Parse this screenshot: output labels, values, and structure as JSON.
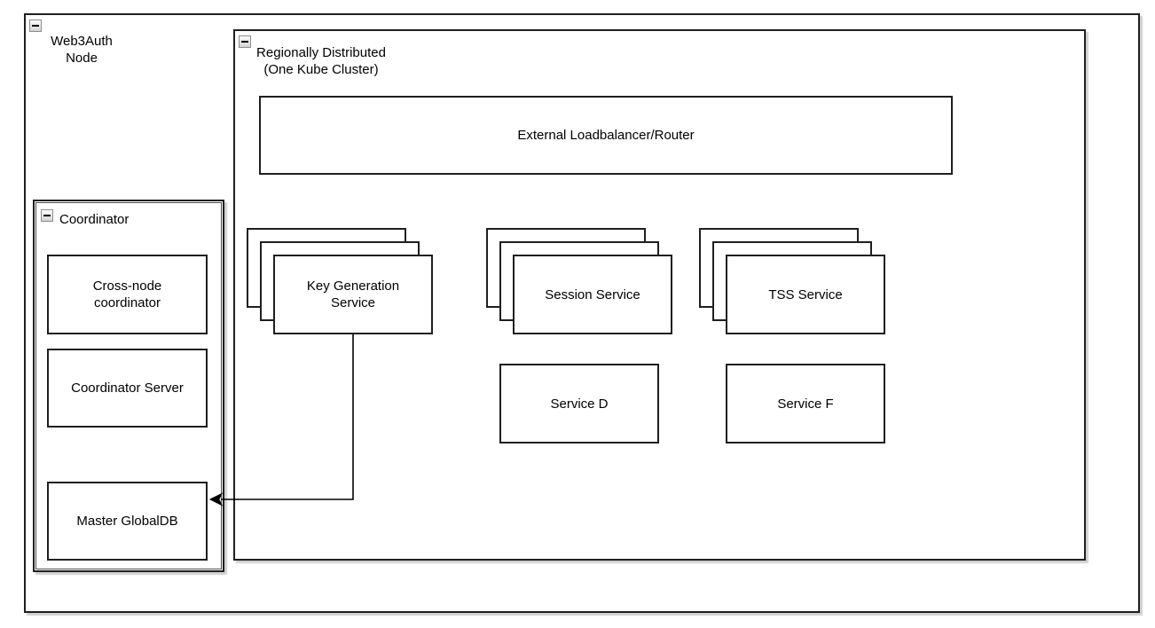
{
  "diagram": {
    "background": "#ffffff",
    "stroke_color": "#1f1f1f",
    "containers": {
      "web3auth_node": {
        "title_line1": "Web3Auth",
        "title_line2": "Node",
        "collapse_icon": "minus"
      },
      "regionally_distributed": {
        "title_line1": "Regionally Distributed",
        "title_line2": "(One Kube Cluster)",
        "collapse_icon": "minus"
      },
      "coordinator": {
        "title": "Coordinator",
        "collapse_icon": "minus"
      }
    },
    "nodes": {
      "external_loadbalancer": {
        "label": "External Loadbalancer/Router"
      },
      "key_generation_service": {
        "label_line1": "Key Generation",
        "label_line2": "Service",
        "instances": 3
      },
      "session_service": {
        "label": "Session Service",
        "instances": 3
      },
      "tss_service": {
        "label": "TSS Service",
        "instances": 3
      },
      "service_d": {
        "label": "Service D"
      },
      "service_f": {
        "label": "Service F"
      },
      "cross_node_coordinator": {
        "label_line1": "Cross-node",
        "label_line2": "coordinator"
      },
      "coordinator_server": {
        "label": "Coordinator Server"
      },
      "master_globaldb": {
        "label": "Master GlobalDB"
      }
    },
    "connectors": [
      {
        "from": "key_generation_service",
        "to": "master_globaldb",
        "route": "orthogonal",
        "arrow": "target-left"
      }
    ]
  }
}
